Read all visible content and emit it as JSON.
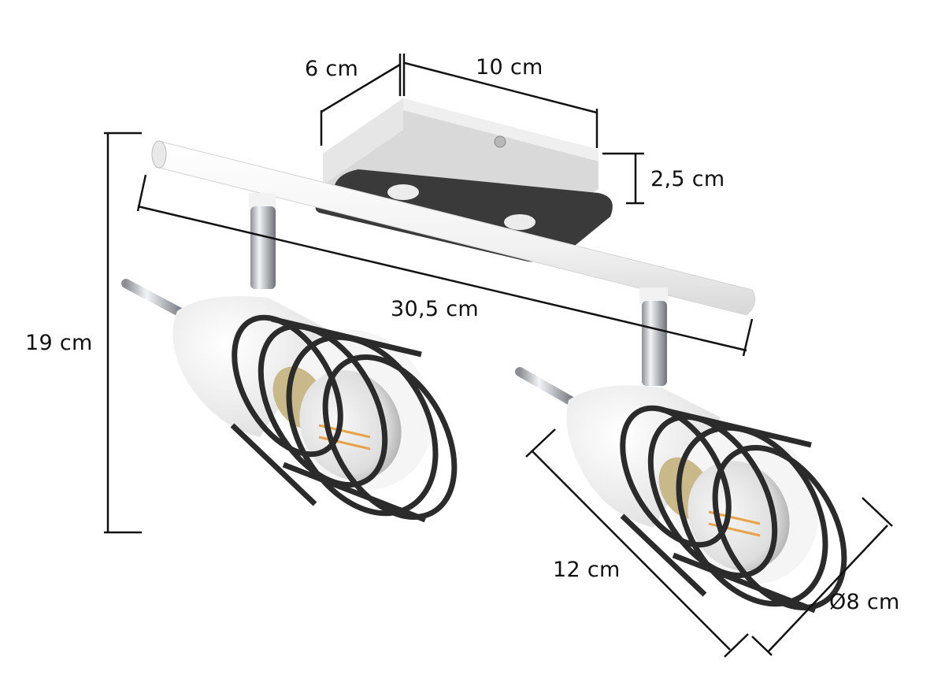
{
  "product": {
    "description": "Two-spot ceiling track light with white bar, black mounting plate and black wire-cage shades"
  },
  "dimensions": {
    "base_depth": "6 cm",
    "base_width": "10 cm",
    "base_height": "2,5 cm",
    "bar_length": "30,5 cm",
    "total_height": "19 cm",
    "shade_length": "12 cm",
    "shade_diameter": "Ø8 cm"
  },
  "colors": {
    "background": "#ffffff",
    "dimension_line": "#111111",
    "bar": "#f4f4f4",
    "base_plate": "#3a3a3a",
    "cage": "#2b2b2b",
    "shade": "#f0f0f0",
    "chrome": "#bfc3c7",
    "filament": "#e8a24a"
  }
}
